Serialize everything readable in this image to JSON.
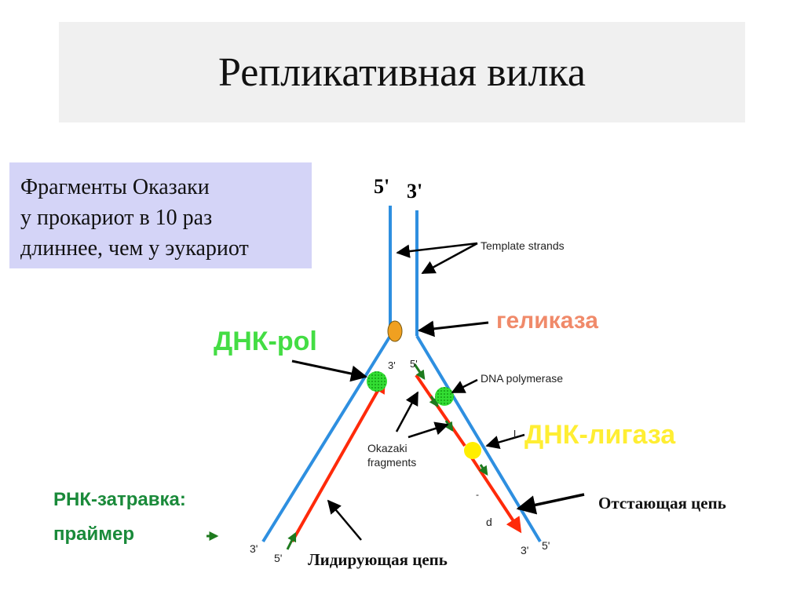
{
  "slide": {
    "title": "Репликативная вилка",
    "note_lines": [
      "Фрагменты Оказаки",
      "у прокариот в 10 раз",
      "длиннее, чем у эукариот"
    ]
  },
  "labels": {
    "top_5": "5'",
    "top_3": "3'",
    "template_strands": "Template strands",
    "helicase": "геликаза",
    "dna_pol_ru": "ДНК-pol",
    "dna_polymerase": "DNA polymerase",
    "okazaki_line1": "Okazaki",
    "okazaki_line2": "fragments",
    "ligase": "ДНК-лигаза",
    "lagging": "Отстающая цепь",
    "leading": "Лидирующая цепь",
    "primer_line1": "РНК-затравка:",
    "primer_line2": "праймер",
    "fork_left_3": "3'",
    "fork_left_5": "5'",
    "fork_right_3": "3'",
    "fork_right_5": "5'",
    "inner_left_3": "3'",
    "inner_right_5": "5'",
    "stray_l": "l",
    "stray_d": "d"
  },
  "colors": {
    "template": "#2e8fe0",
    "new_strand": "#ff2a0a",
    "primer": "#1e7a1e",
    "helicase_fill": "#f0a020",
    "polymerase_fill": "#33dd33",
    "ligase_fill": "#ffee00",
    "helicase_text": "#f08a6a",
    "dna_pol_text": "#44dd44",
    "ligase_text": "#ffee33",
    "primer_text": "#1a8a3a"
  }
}
